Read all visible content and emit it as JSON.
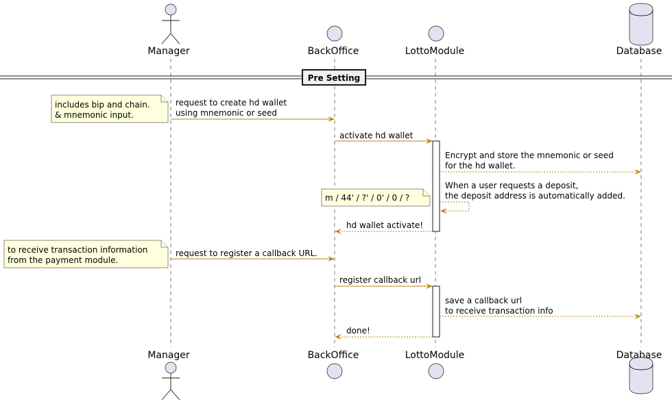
{
  "participants": {
    "manager": "Manager",
    "backoffice": "BackOffice",
    "lottomodule": "LottoModule",
    "database": "Database"
  },
  "separator": "Pre Setting",
  "messages": {
    "m1_line1": "request to create hd wallet",
    "m1_line2": "using mnemonic or seed",
    "m2": "activate hd wallet",
    "m3_line1": "Encrypt and store the mnemonic or seed",
    "m3_line2": "for the hd wallet.",
    "m4_line1": "When a user requests a deposit,",
    "m4_line2": "the deposit address is automatically added.",
    "m5": "hd wallet activate!",
    "m6": "request to register a callback URL.",
    "m7": "register callback url",
    "m8_line1": "save a callback url",
    "m8_line2": "to receive transaction info",
    "m9": "done!"
  },
  "notes": {
    "n1_line1": "includes bip and chain.",
    "n1_line2": "& mnemonic input.",
    "n2": "m / 44' / ?' / 0' / 0 / ?",
    "n3_line1": "to receive transaction information",
    "n3_line2": "from the payment module."
  },
  "colors": {
    "arrow": "#B8860B",
    "participant_fill": "#E2E2F0",
    "note_fill": "#FEFFDD"
  }
}
